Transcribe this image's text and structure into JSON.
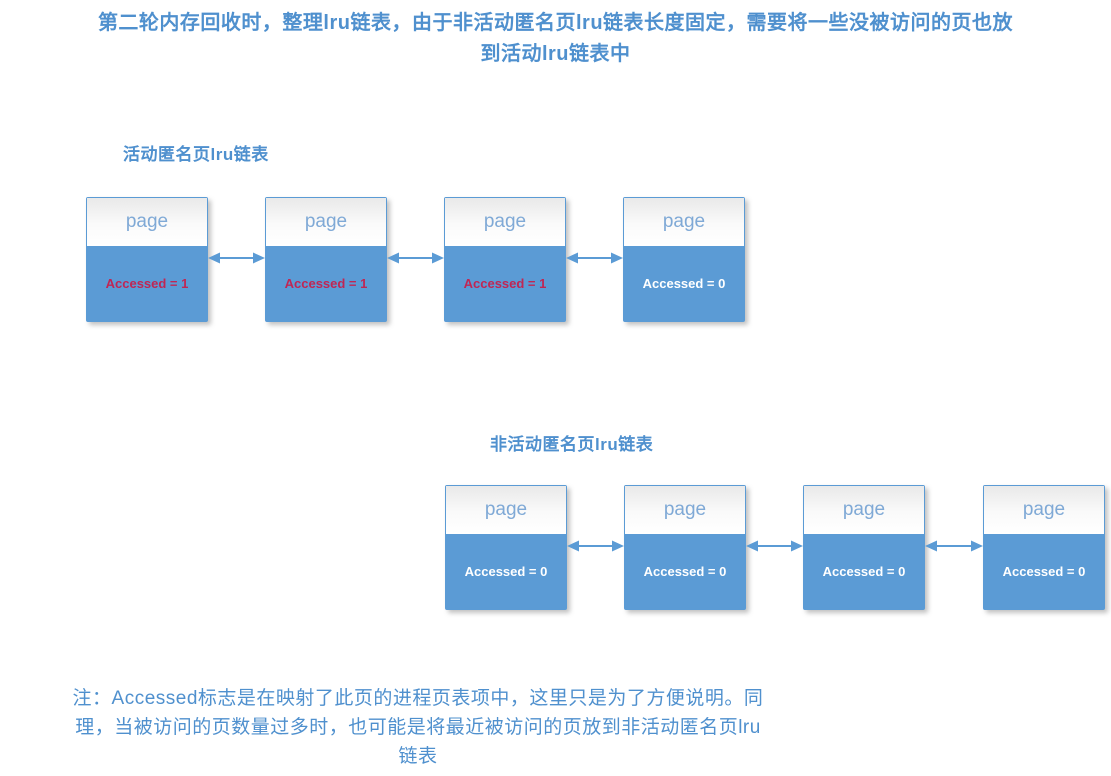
{
  "title": {
    "line1": "第二轮内存回收时，整理lru链表，由于非活动匿名页lru链表长度固定，需要将一些没被访问的页也放",
    "line2": "到活动lru链表中"
  },
  "colors": {
    "accent-blue": "#5b9bd5",
    "text-blue": "#4f90ce",
    "page-blue": "#7fa9d6",
    "accessed-red": "#c02654"
  },
  "lists": [
    {
      "label": "活动匿名页lru链表",
      "pages": [
        {
          "title": "page",
          "accessed": "Accessed = 1"
        },
        {
          "title": "page",
          "accessed": "Accessed = 1"
        },
        {
          "title": "page",
          "accessed": "Accessed = 1"
        },
        {
          "title": "page",
          "accessed": "Accessed = 0"
        }
      ]
    },
    {
      "label": "非活动匿名页lru链表",
      "pages": [
        {
          "title": "page",
          "accessed": "Accessed = 0"
        },
        {
          "title": "page",
          "accessed": "Accessed = 0"
        },
        {
          "title": "page",
          "accessed": "Accessed = 0"
        },
        {
          "title": "page",
          "accessed": "Accessed = 0"
        }
      ]
    }
  ],
  "note": {
    "line1": "注：Accessed标志是在映射了此页的进程页表项中，这里只是为了方便说明。同",
    "line2": "理，当被访问的页数量过多时，也可能是将最近被访问的页放到非活动匿名页lru",
    "line3": "链表"
  }
}
